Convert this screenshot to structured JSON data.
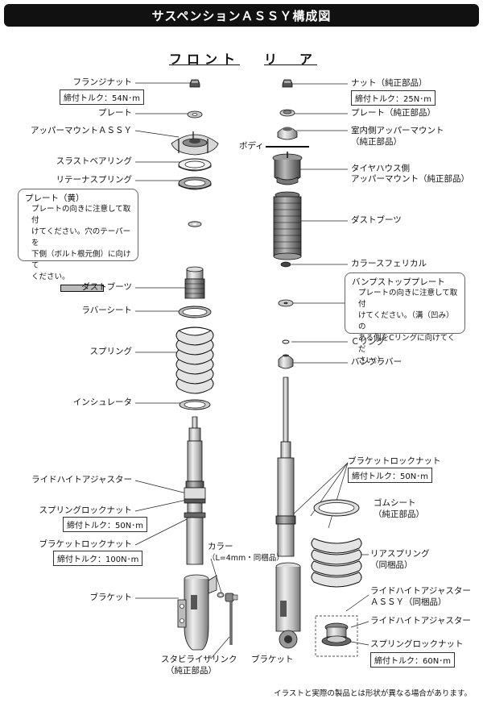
{
  "title": "サスペンションＡＳＳＹ構成図",
  "headers": {
    "front": "フロント",
    "rear": "リ　ア"
  },
  "front": {
    "flange_nut": "フランジナット",
    "flange_nut_torque": "締付トルク：54N･m",
    "plate": "プレート",
    "upper_mount": "アッパーマウントＡＳＳＹ",
    "thrust_bearing": "スラストベアリング",
    "retainer_spring": "リテーナスプリング",
    "plate_note_title": "プレート（黄）",
    "plate_note_body": "プレートの向きに注意して取付\nけてください。穴のテーパーを\n下側（ボルト根元側）に向けて\nください。",
    "dust_boot": "ダストブーツ",
    "rubber_sheet": "ラバーシート",
    "spring": "スプリング",
    "insulator": "インシュレータ",
    "ride_height_adjuster": "ライドハイトアジャスター",
    "spring_lock_nut": "スプリングロックナット",
    "spring_lock_nut_torque": "締付トルク：50N･m",
    "bracket_lock_nut": "ブラケットロックナット",
    "bracket_lock_nut_torque": "締付トルク：100N･m",
    "bracket": "ブラケット",
    "collar": "カラー",
    "collar_sub": "（L=4mm・同梱品）",
    "stabilizer_link": "スタビライザリンク",
    "stabilizer_link_sub": "（純正部品）"
  },
  "rear": {
    "nut": "ナット（純正部品）",
    "nut_torque": "締付トルク：25N･m",
    "plate": "プレート（純正部品）",
    "interior_mount": "室内側アッパーマウント",
    "interior_mount_sub": "（純正部品）",
    "body": "ボディ",
    "tire_house_mount": "タイヤハウス側",
    "tire_house_mount_sub": "アッパーマウント（純正部品）",
    "dust_boot": "ダストブーツ",
    "collar_spherical": "カラースフェリカル",
    "bump_stop_plate": "バンプストッププレート",
    "bump_stop_note": "プレートの向きに注意して取付\nけてください。（溝（凹み）の\nある側をCリングに向けてくだ\nさい。）",
    "c_ring": "Ｃリング",
    "bump_rubber": "バンプラバー",
    "bracket_lock_nut": "ブラケットロックナット",
    "bracket_lock_nut_torque": "締付トルク：50N･m",
    "rubber_sheet": "ゴムシート",
    "rubber_sheet_sub": "（純正部品）",
    "rear_spring": "リアスプリング",
    "rear_spring_sub": "（同梱品）",
    "ride_height_assy": "ライドハイトアジャスター",
    "ride_height_assy_sub": "ＡＳＳＹ（同梱品）",
    "ride_height_adjuster": "ライドハイトアジャスター",
    "spring_lock_nut": "スプリングロックナット",
    "spring_lock_nut_torque": "締付トルク：60N･m",
    "bracket": "ブラケット"
  },
  "footer": "イラストと実際の製品とは形状が異なる場合があります。"
}
